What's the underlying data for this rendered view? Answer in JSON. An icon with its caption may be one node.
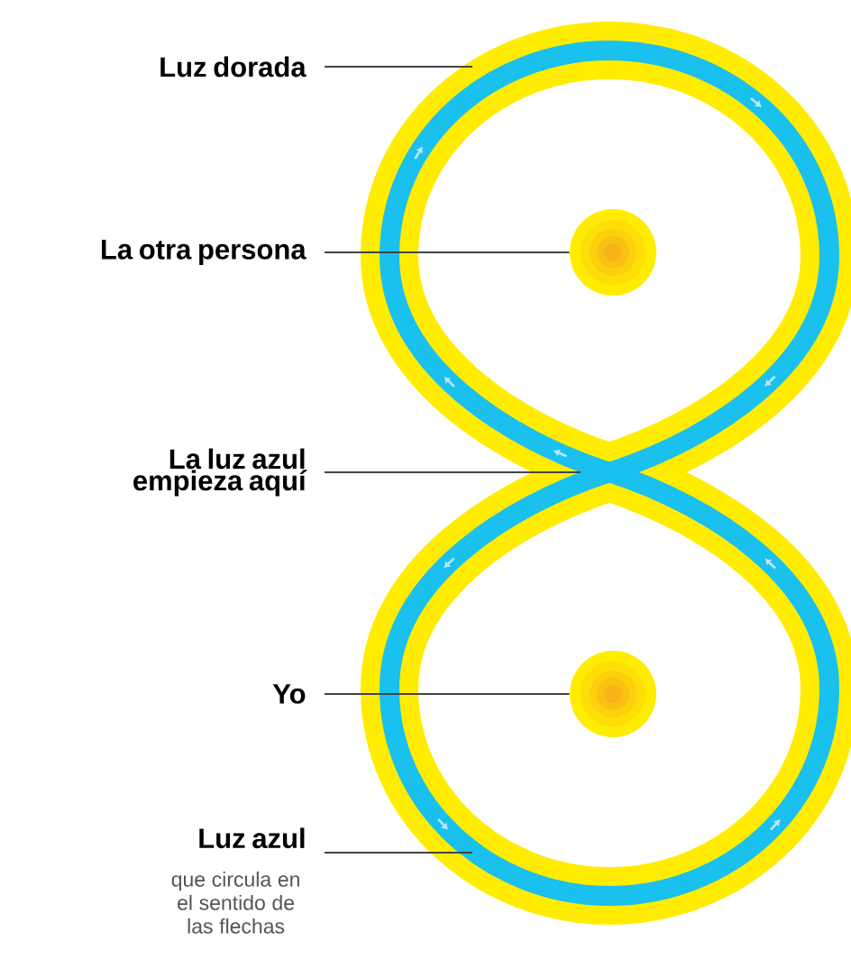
{
  "diagram": {
    "nodes": [
      {
        "text": [
          "Luz dorada"
        ]
      },
      {
        "text": [
          "La otra persona"
        ]
      },
      {
        "text": [],
        "shape": "circle"
      },
      {
        "text": [
          "La luz azul empieza aquí"
        ]
      },
      {
        "text": [
          "Yo"
        ]
      },
      {
        "text": [],
        "shape": "circle"
      },
      {
        "text": [
          "Luz azul",
          "que circula en el sentido de las flechas"
        ]
      }
    ],
    "edges": [
      {
        "from": 0,
        "to": null,
        "arrow": "none"
      },
      {
        "from": 1,
        "to": 2,
        "arrow": "none"
      },
      {
        "from": 3,
        "to": null,
        "arrow": "none"
      },
      {
        "from": 4,
        "to": 5,
        "arrow": "none"
      },
      {
        "from": 6,
        "to": null,
        "arrow": "none"
      }
    ]
  }
}
